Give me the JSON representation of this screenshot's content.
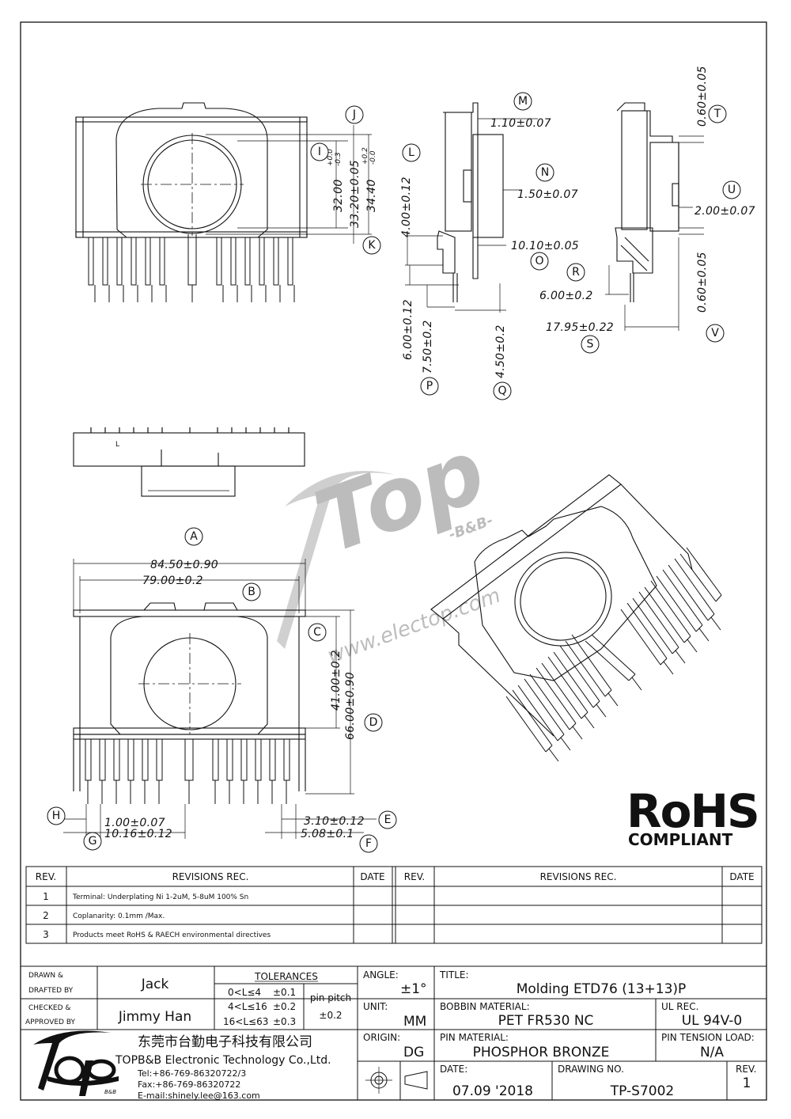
{
  "balloons": {
    "A": "A",
    "B": "B",
    "C": "C",
    "D": "D",
    "E": "E",
    "F": "F",
    "G": "G",
    "H": "H",
    "I": "I",
    "J": "J",
    "K": "K",
    "L": "L",
    "M": "M",
    "N": "N",
    "O": "O",
    "P": "P",
    "Q": "Q",
    "R": "R",
    "S": "S",
    "T": "T",
    "U": "U",
    "V": "V"
  },
  "dims": {
    "d_32": "32.00",
    "d_32_tol_up": "+0.0",
    "d_32_tol_dn": "-0.3",
    "d_3320": "33.20±0.05",
    "d_3440": "34.40",
    "d_3440_tol_up": "+0.2",
    "d_3440_tol_dn": "-0.0",
    "d_110": "1.10±0.07",
    "d_150": "1.50±0.07",
    "d_400": "4.00±0.12",
    "d_1010": "10.10±0.05",
    "d_600": "6.00±0.12",
    "d_750": "7.50±0.2",
    "d_450": "4.50±0.2",
    "d_060a": "0.60±0.05",
    "d_200": "2.00±0.07",
    "d_600b": "6.00±0.2",
    "d_060b": "0.60±0.05",
    "d_1795": "17.95±0.22",
    "d_8450": "84.50±0.90",
    "d_7900": "79.00±0.2",
    "d_4100": "41.00±0.2",
    "d_6600": "66.00±0.90",
    "d_100": "1.00±0.07",
    "d_1016": "10.16±0.12",
    "d_310": "3.10±0.12",
    "d_508": "5.08±0.1",
    "mark_l": "L"
  },
  "watermark": {
    "brand": "Top",
    "sub": "-B&B-",
    "url": "www.electop.com"
  },
  "rohs": {
    "line1": "RoHS",
    "line2": "COMPLIANT"
  },
  "revisions": {
    "headers": {
      "rev": "REV.",
      "revisions": "REVISIONS   REC.",
      "date": "DATE"
    },
    "rows": [
      {
        "rev": "1",
        "text": "Terminal: Underplating Ni 1-2uM, 5-8uM 100% Sn"
      },
      {
        "rev": "2",
        "text": "Coplanarity: 0.1mm /Max."
      },
      {
        "rev": "3",
        "text": "Products meet RoHS & RAECH environmental directives"
      }
    ]
  },
  "title_block": {
    "drawn_label": "DRAWN &\nDRAFTED BY",
    "drawn_by": "Jack",
    "checked_label": "CHECKED &\nAPPROVED BY",
    "checked_by": "Jimmy Han",
    "tolerances_label": "TOLERANCES",
    "tol_rows": [
      {
        "range": "0<L≤4",
        "value": "±0.1"
      },
      {
        "range": "4<L≤16",
        "value": "±0.2"
      },
      {
        "range": "16<L≤63",
        "value": "±0.3"
      }
    ],
    "pin_pitch_label": "pin pitch",
    "pin_pitch_value": "±0.2",
    "angle_label": "ANGLE:",
    "angle_value": "±1°",
    "unit_label": "UNIT:",
    "unit_value": "MM",
    "origin_label": "ORIGIN:",
    "origin_value": "DG",
    "title_label": "TITLE:",
    "title_value": "Molding ETD76 (13+13)P",
    "bobbin_label": "BOBBIN MATERIAL:",
    "bobbin_value": "PET FR530 NC",
    "ul_label": "UL REC.",
    "ul_value": "UL 94V-0",
    "pin_mat_label": "PIN MATERIAL:",
    "pin_mat_value": "PHOSPHOR BRONZE",
    "pin_tension_label": "PIN TENSION LOAD:",
    "pin_tension_value": "N/A",
    "date_label": "DATE:",
    "date_value": "07.09 '2018",
    "drawing_no_label": "DRAWING NO.",
    "drawing_no_value": "TP-S7002",
    "rev_label": "REV.",
    "rev_value": "1"
  },
  "company": {
    "name_cn": "东莞市台勤电子科技有限公司",
    "name_en": "TOPB&B Electronic Technology Co.,Ltd.",
    "tel": "Tel:+86-769-86320722/3",
    "fax": "Fax:+86-769-86320722",
    "email": "E-mail:shinely.lee@163.com",
    "logo_sub": "B&B"
  }
}
